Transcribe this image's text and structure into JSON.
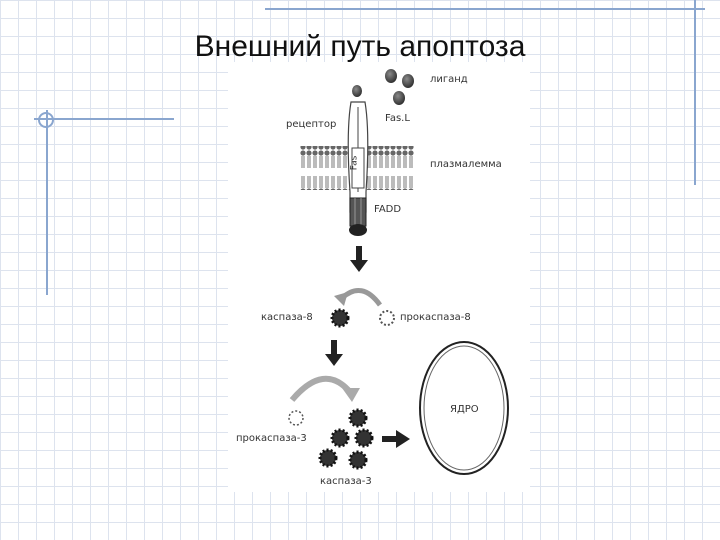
{
  "slide": {
    "title": "Внешний путь апоптоза"
  },
  "diagram": {
    "labels": {
      "ligand": "лиганд",
      "receptor": "рецептор",
      "fasl": "Fas.L",
      "fas": "Fas",
      "plasma_membrane": "плазмалемма",
      "fadd": "FADD",
      "caspase8": "каспаза-8",
      "procaspase8": "прокаспаза-8",
      "procaspase3": "прокаспаза-3",
      "caspase3": "каспаза-3",
      "nucleus": "ЯДРО"
    }
  },
  "colors": {
    "accent_lines": "#8aa6cf",
    "grid": "#dde3ee",
    "ink": "#333333"
  }
}
